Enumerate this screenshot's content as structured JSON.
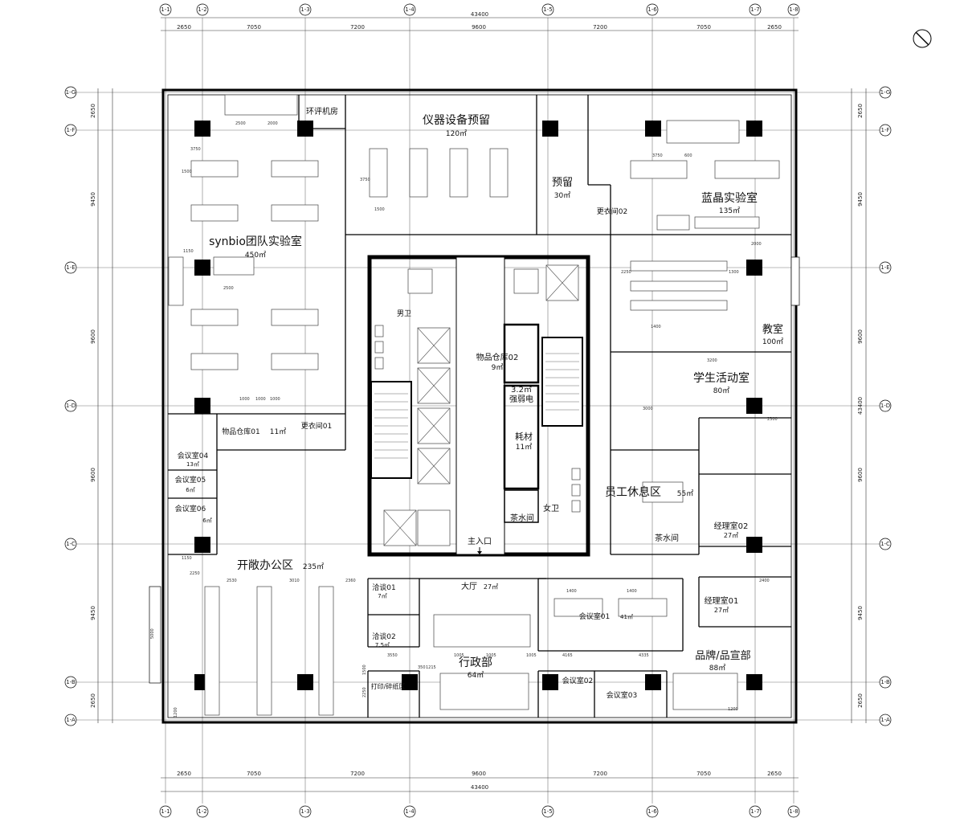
{
  "grid": {
    "cols": [
      "1-1",
      "1-2",
      "1-3",
      "1-4",
      "1-5",
      "1-6",
      "1-7",
      "1-8"
    ],
    "rows": [
      "1-G",
      "1-F",
      "1-E",
      "1-D",
      "1-C",
      "1-B",
      "1-A"
    ]
  },
  "dims": {
    "total_width": "43400",
    "total_height": "43400",
    "col_spans": [
      "2650",
      "7050",
      "7200",
      "9600",
      "7200",
      "7050",
      "2650"
    ],
    "row_spans": [
      "2650",
      "9450",
      "9600",
      "9600",
      "9450",
      "2650"
    ]
  },
  "rooms": {
    "synbio": {
      "name": "synbio团队实验室",
      "area": "450㎡"
    },
    "hvac": {
      "name": "环评机房"
    },
    "instrument": {
      "name": "仪器设备预留",
      "area": "120㎡"
    },
    "reserve": {
      "name": "预留",
      "area": "30㎡"
    },
    "changing02": {
      "name": "更衣间02"
    },
    "blue_lab": {
      "name": "蓝晶实验室",
      "area": "135㎡"
    },
    "classroom": {
      "name": "教室",
      "area": "100㎡"
    },
    "student": {
      "name": "学生活动室",
      "area": "80㎡"
    },
    "male_wc": {
      "name": "男卫"
    },
    "storage02": {
      "name": "物品仓库02",
      "area": "9㎡"
    },
    "elec": {
      "name": "强弱电",
      "area": "3.2㎡"
    },
    "consumables": {
      "name": "耗材",
      "area": "11㎡"
    },
    "tea_room": {
      "name": "茶水间"
    },
    "female_wc": {
      "name": "女卫"
    },
    "main_entrance": {
      "name": "主入口"
    },
    "storage01": {
      "name": "物品仓库01",
      "area": "11㎡"
    },
    "changing01": {
      "name": "更衣间01"
    },
    "meeting04": {
      "name": "会议室04",
      "area": "13㎡"
    },
    "meeting05": {
      "name": "会议室05",
      "area": "6㎡"
    },
    "meeting06": {
      "name": "会议室06",
      "area": "6㎡"
    },
    "staff_lounge": {
      "name": "员工休息区",
      "area": "55㎡"
    },
    "tea_room2": {
      "name": "茶水间"
    },
    "manager02": {
      "name": "经理室02",
      "area": "27㎡"
    },
    "manager01": {
      "name": "经理室01",
      "area": "27㎡"
    },
    "open_office": {
      "name": "开敞办公区",
      "area": "235㎡"
    },
    "talk01": {
      "name": "洽谈01",
      "area": "7㎡"
    },
    "talk02": {
      "name": "洽谈02",
      "area": "7.5㎡"
    },
    "lobby": {
      "name": "大厅",
      "area": "27㎡"
    },
    "meeting01": {
      "name": "会议室01",
      "area": "41㎡"
    },
    "admin": {
      "name": "行政部",
      "area": "64㎡"
    },
    "print": {
      "name": "打印/碎纸区"
    },
    "meeting02": {
      "name": "会议室02"
    },
    "meeting03": {
      "name": "会议室03"
    },
    "brand": {
      "name": "品牌/品宣部",
      "area": "88㎡"
    }
  },
  "inner_dims": [
    "3750",
    "2500",
    "2000",
    "1500",
    "1150",
    "2500",
    "3750",
    "1500",
    "3750",
    "600",
    "2000",
    "2250",
    "1300",
    "1400",
    "3200",
    "3000",
    "2300",
    "1000",
    "1000",
    "1000",
    "2530",
    "3010",
    "2360",
    "2250",
    "1150",
    "3550",
    "1005",
    "1005",
    "1005",
    "4165",
    "4335",
    "2400",
    "1400",
    "1400",
    "5000",
    "1500",
    "2250",
    "1200",
    "350",
    "1215",
    "1200"
  ]
}
